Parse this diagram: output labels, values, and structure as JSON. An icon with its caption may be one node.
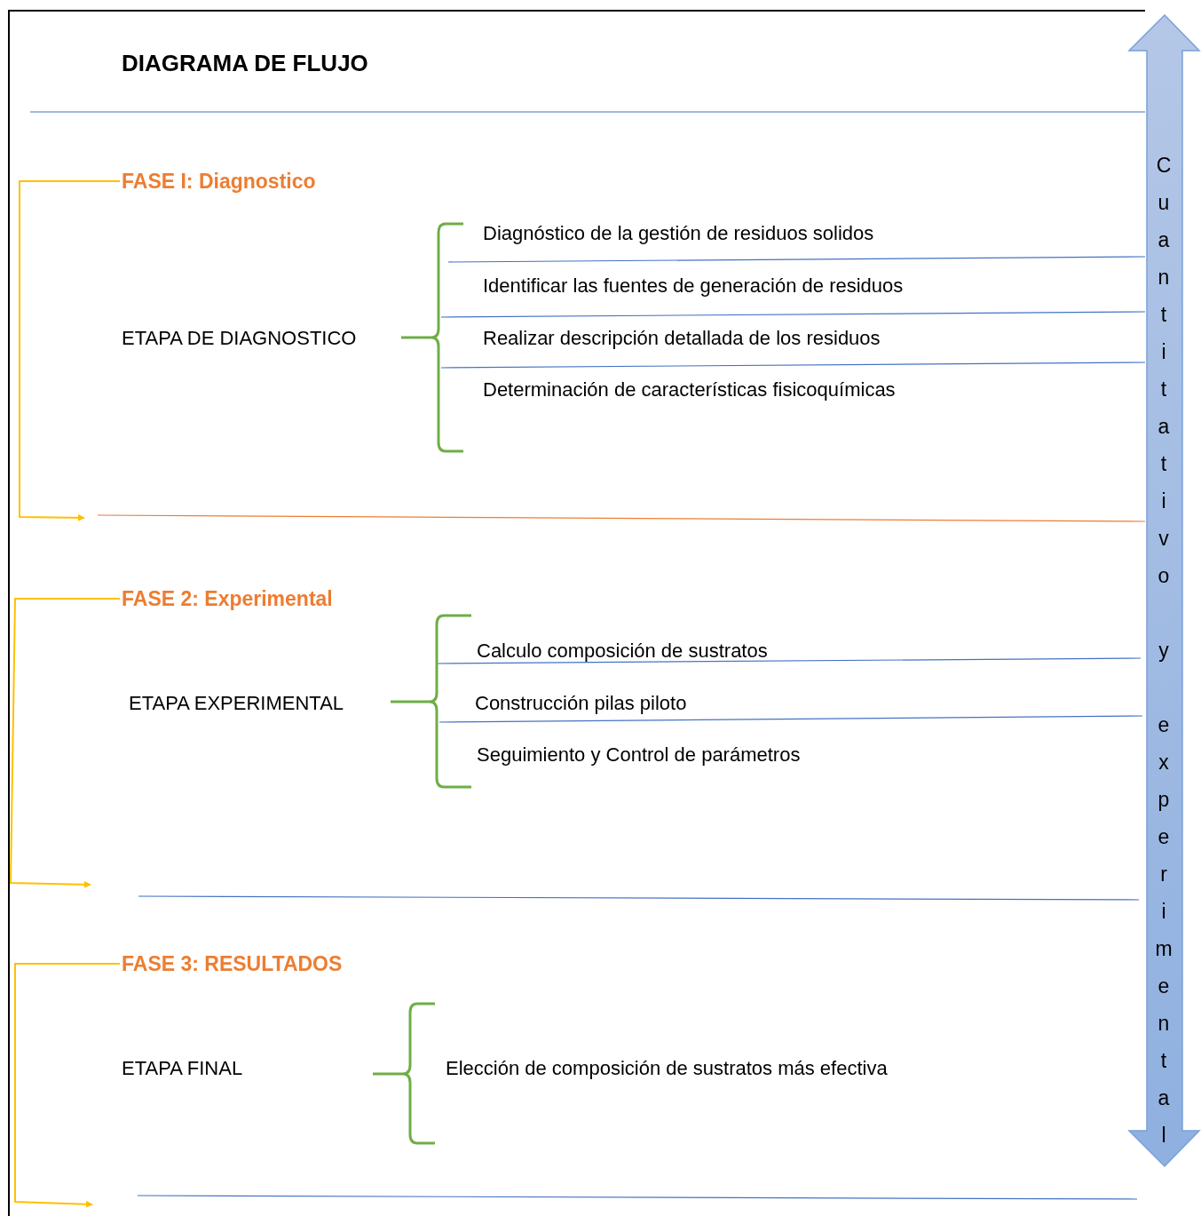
{
  "diagram": {
    "title": "DIAGRAMA DE FLUJO",
    "nodes": [
      {
        "text": [
          "FASE I: Diagnostico"
        ]
      },
      {
        "text": [
          "FASE 2: Experimental"
        ]
      },
      {
        "text": [
          "FASE 3: RESULTADOS"
        ]
      },
      {
        "text": [
          "Cuantitativo y experimental"
        ]
      }
    ],
    "edges": [
      {
        "from": 0,
        "to": null,
        "arrow": "to"
      },
      {
        "from": 1,
        "to": null,
        "arrow": "to"
      },
      {
        "from": 2,
        "to": null,
        "arrow": "to"
      }
    ],
    "labels": [
      "ETAPA DE DIAGNOSTICO",
      "Diagnóstico de la gestión de residuos solidos",
      "Identificar las fuentes de generación de residuos",
      "Realizar descripción detallada de los residuos",
      "Determinación de características fisicoquímicas",
      "ETAPA EXPERIMENTAL",
      "Calculo composición de sustratos",
      "Construcción pilas piloto",
      "Seguimiento y Control de parámetros",
      "ETAPA FINAL",
      "Elección de composición de sustratos más efectiva"
    ]
  }
}
